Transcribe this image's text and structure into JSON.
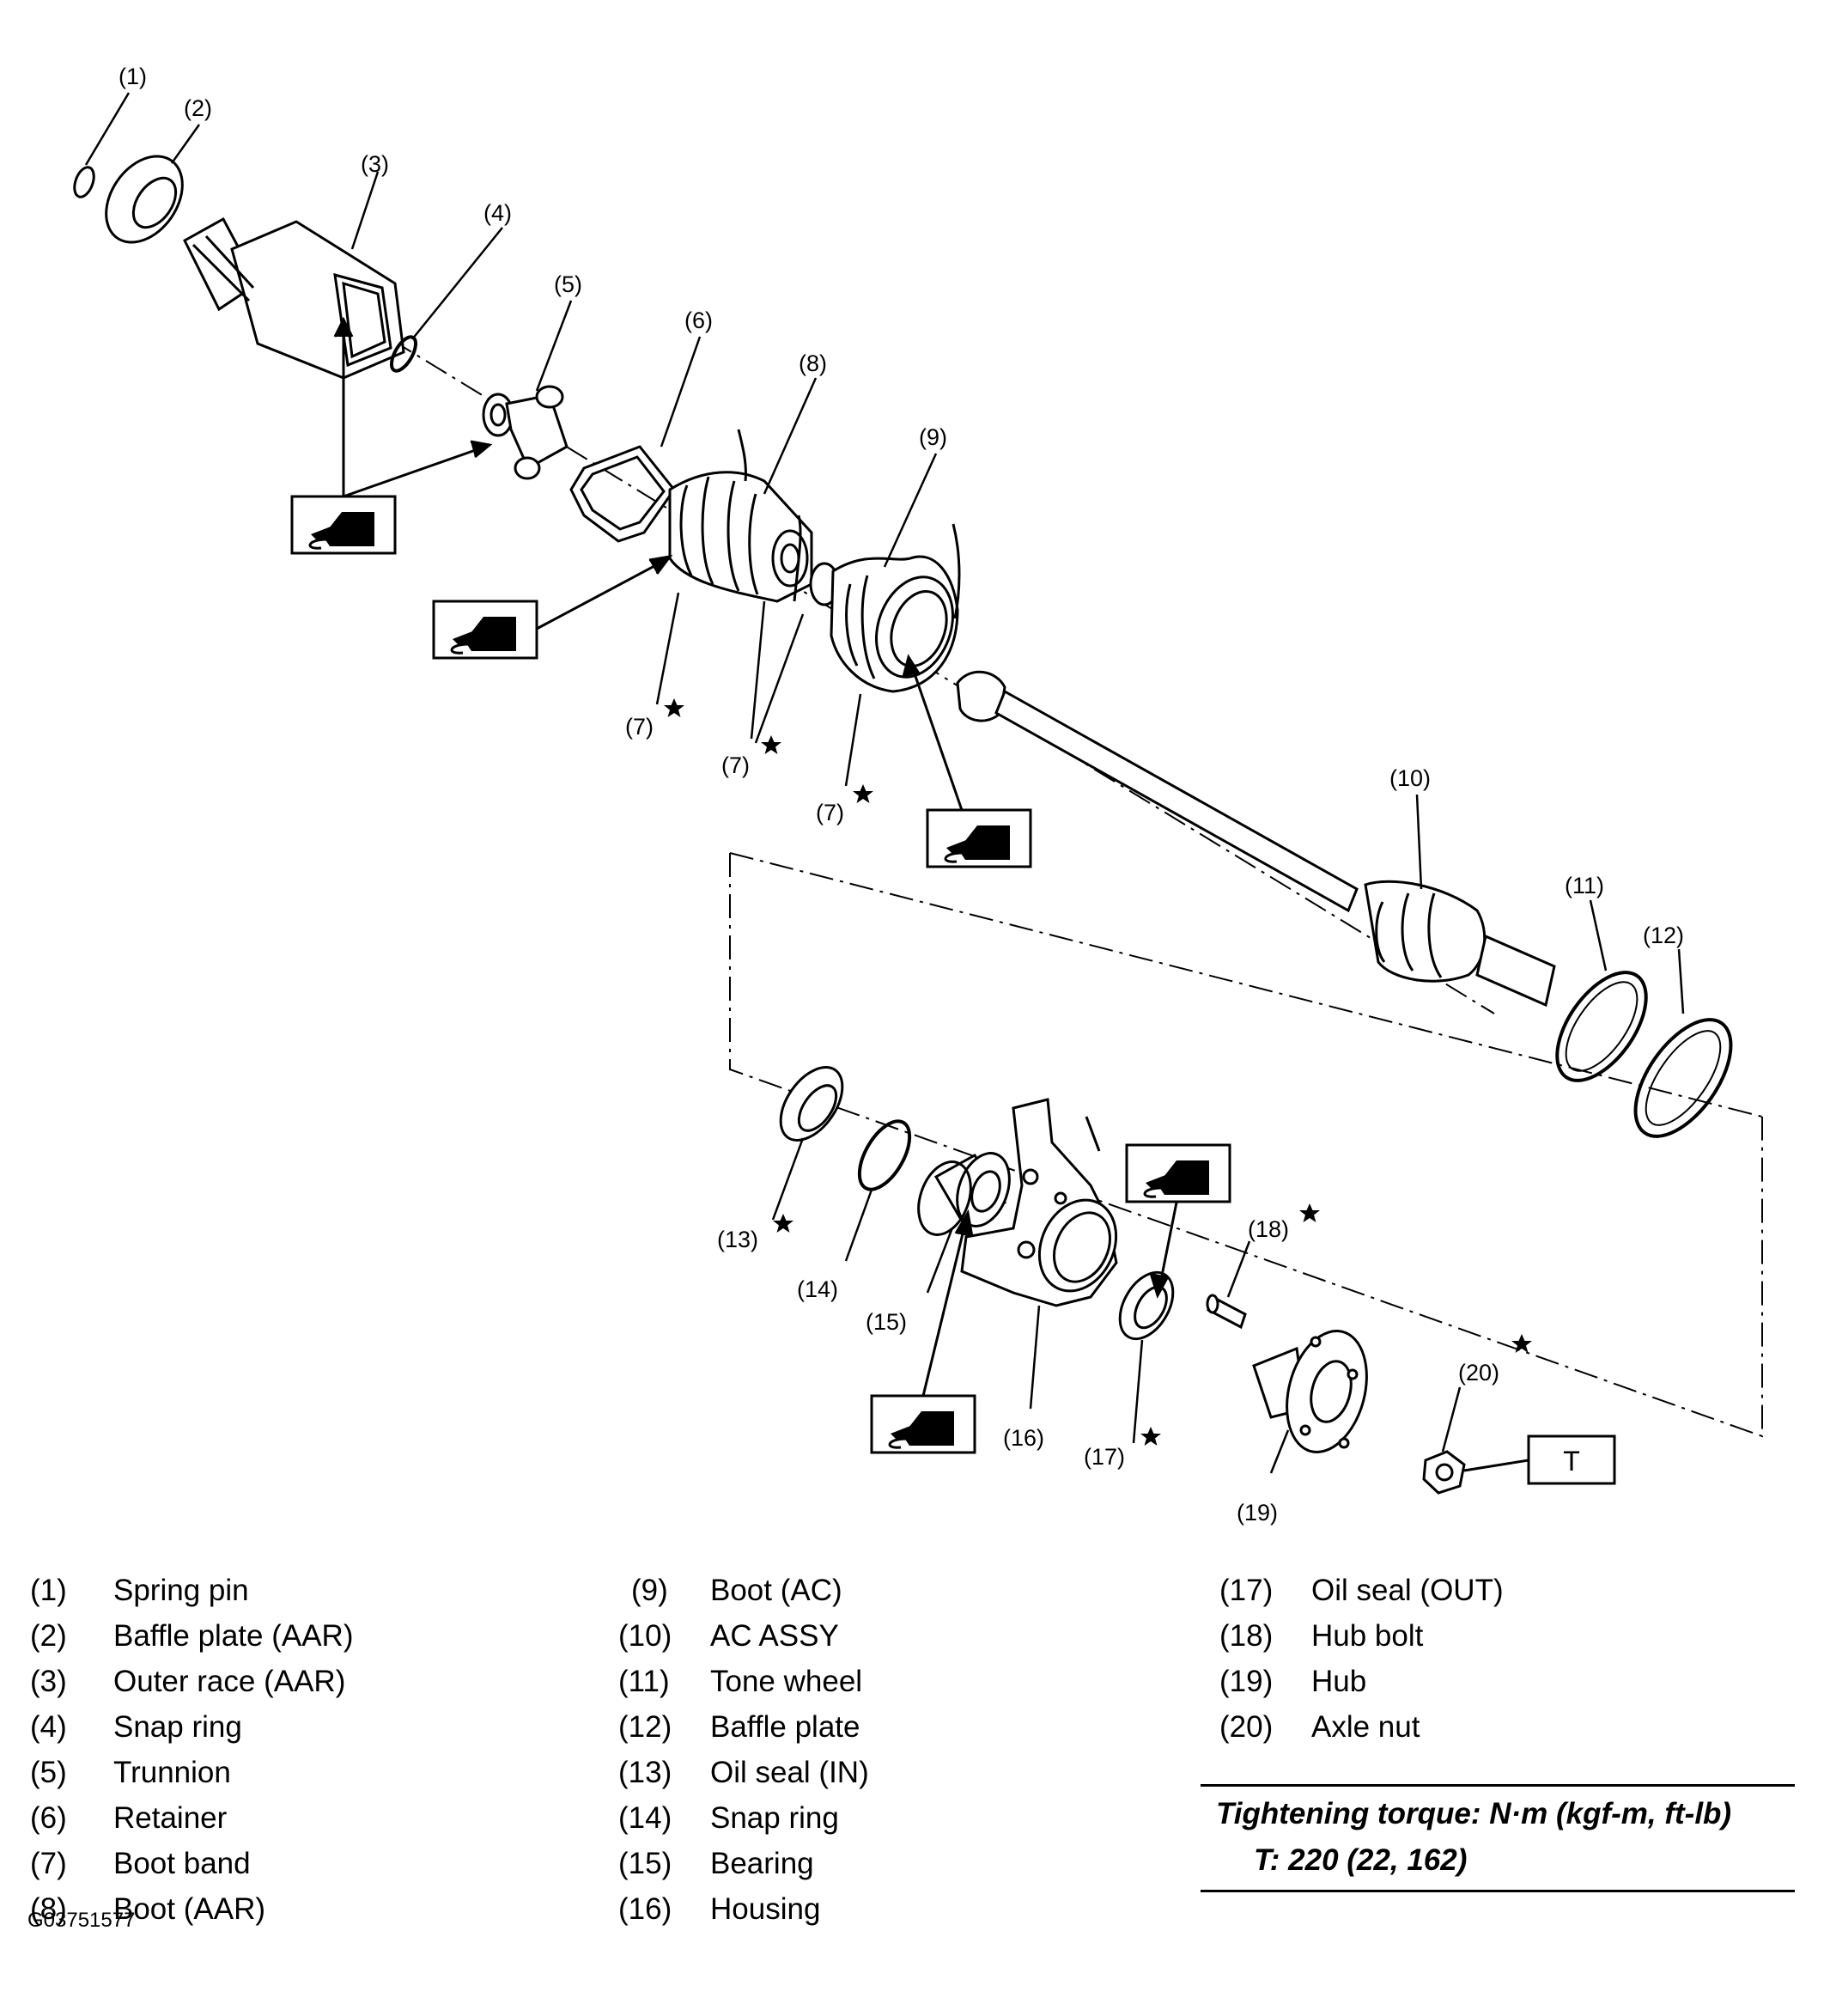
{
  "callouts": {
    "c1": "(1)",
    "c2": "(2)",
    "c3": "(3)",
    "c4": "(4)",
    "c5": "(5)",
    "c6": "(6)",
    "c7a": "(7)",
    "c7b": "(7)",
    "c7c": "(7)",
    "c8": "(8)",
    "c9": "(9)",
    "c10": "(10)",
    "c11": "(11)",
    "c12": "(12)",
    "c13": "(13)",
    "c14": "(14)",
    "c15": "(15)",
    "c16": "(16)",
    "c17": "(17)",
    "c18": "(18)",
    "c19": "(19)",
    "c20": "(20)",
    "torque_box": "T"
  },
  "legend": [
    {
      "num": "(1)",
      "name": "Spring pin"
    },
    {
      "num": "(2)",
      "name": "Baffle plate (AAR)"
    },
    {
      "num": "(3)",
      "name": "Outer race (AAR)"
    },
    {
      "num": "(4)",
      "name": "Snap ring"
    },
    {
      "num": "(5)",
      "name": "Trunnion"
    },
    {
      "num": "(6)",
      "name": "Retainer"
    },
    {
      "num": "(7)",
      "name": "Boot band"
    },
    {
      "num": "(8)",
      "name": "Boot (AAR)"
    },
    {
      "num": "(9)",
      "name": "Boot (AC)"
    },
    {
      "num": "(10)",
      "name": "AC ASSY"
    },
    {
      "num": "(11)",
      "name": "Tone wheel"
    },
    {
      "num": "(12)",
      "name": "Baffle plate"
    },
    {
      "num": "(13)",
      "name": "Oil seal (IN)"
    },
    {
      "num": "(14)",
      "name": "Snap ring"
    },
    {
      "num": "(15)",
      "name": "Bearing"
    },
    {
      "num": "(16)",
      "name": "Housing"
    },
    {
      "num": "(17)",
      "name": "Oil seal (OUT)"
    },
    {
      "num": "(18)",
      "name": "Hub bolt"
    },
    {
      "num": "(19)",
      "name": "Hub"
    },
    {
      "num": "(20)",
      "name": "Axle nut"
    }
  ],
  "torque": {
    "heading": "Tightening torque: N·m (kgf-m, ft-lb)",
    "value": "T:  220 (22, 162)"
  },
  "figure_id": "G03751577",
  "symbols": {
    "grease_icon": "grease-application-icon",
    "replace_icon": "star-replace-icon"
  }
}
